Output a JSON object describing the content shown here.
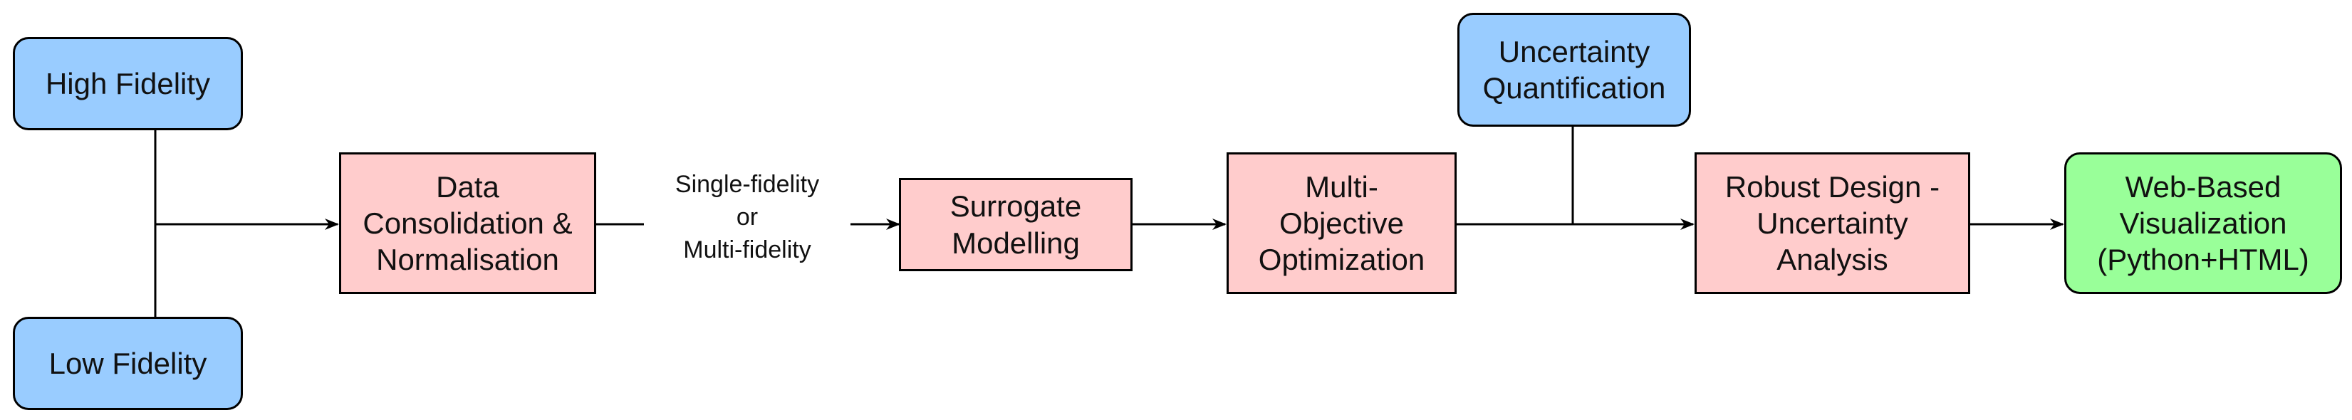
{
  "colors": {
    "input_fill": "#99ccff",
    "process_fill": "#ffcccc",
    "output_fill": "#99ff99",
    "stroke": "#000000"
  },
  "nodes": {
    "high_fidelity": {
      "label": "High Fidelity"
    },
    "low_fidelity": {
      "label": "Low Fidelity"
    },
    "data_consolidation": {
      "label": "Data\nConsolidation &\nNormalisation"
    },
    "surrogate_modelling": {
      "label": "Surrogate\nModelling"
    },
    "multi_objective_optimization": {
      "label": "Multi-\nObjective\nOptimization"
    },
    "uncertainty_quantification": {
      "label": "Uncertainty\nQuantification"
    },
    "robust_design": {
      "label": "Robust Design -\nUncertainty\nAnalysis"
    },
    "web_visualization": {
      "label": "Web-Based\nVisualization\n(Python+HTML)"
    }
  },
  "edge_labels": {
    "fidelity_choice": "Single-fidelity\nor\nMulti-fidelity"
  }
}
